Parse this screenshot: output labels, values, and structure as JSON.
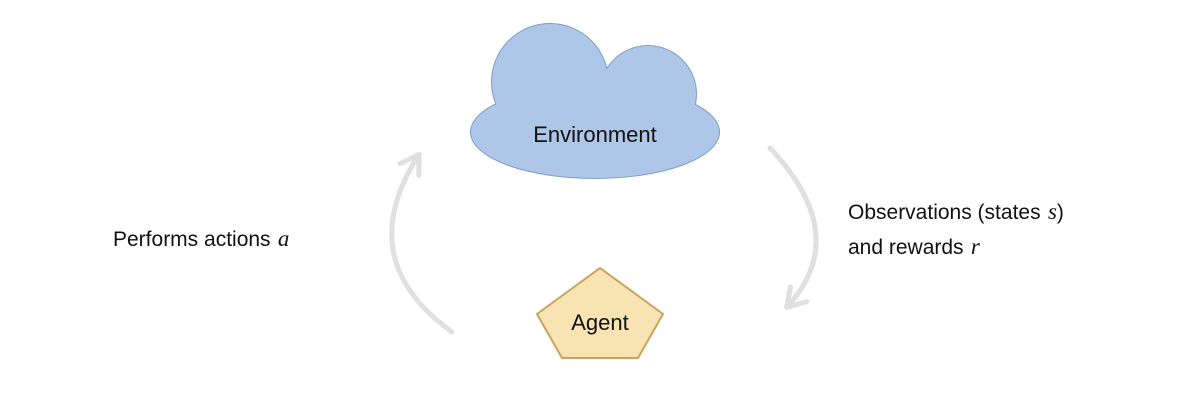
{
  "diagram": {
    "nodes": {
      "environment": {
        "label": "Environment"
      },
      "agent": {
        "label": "Agent"
      }
    },
    "edges": {
      "actions": {
        "prefix": "Performs actions",
        "variable": "a"
      },
      "observations": {
        "line1_prefix": "Observations (states",
        "line1_variable": "s",
        "line1_suffix": ")",
        "line2_prefix": "and rewards",
        "line2_variable": "r"
      }
    },
    "colors": {
      "cloud_fill": "#aec6e8",
      "cloud_stroke": "#7e9dc8",
      "pentagon_fill": "#f8e4b2",
      "pentagon_stroke": "#c9a35b",
      "arrow": "#e0e0e0",
      "text": "#111111"
    }
  }
}
